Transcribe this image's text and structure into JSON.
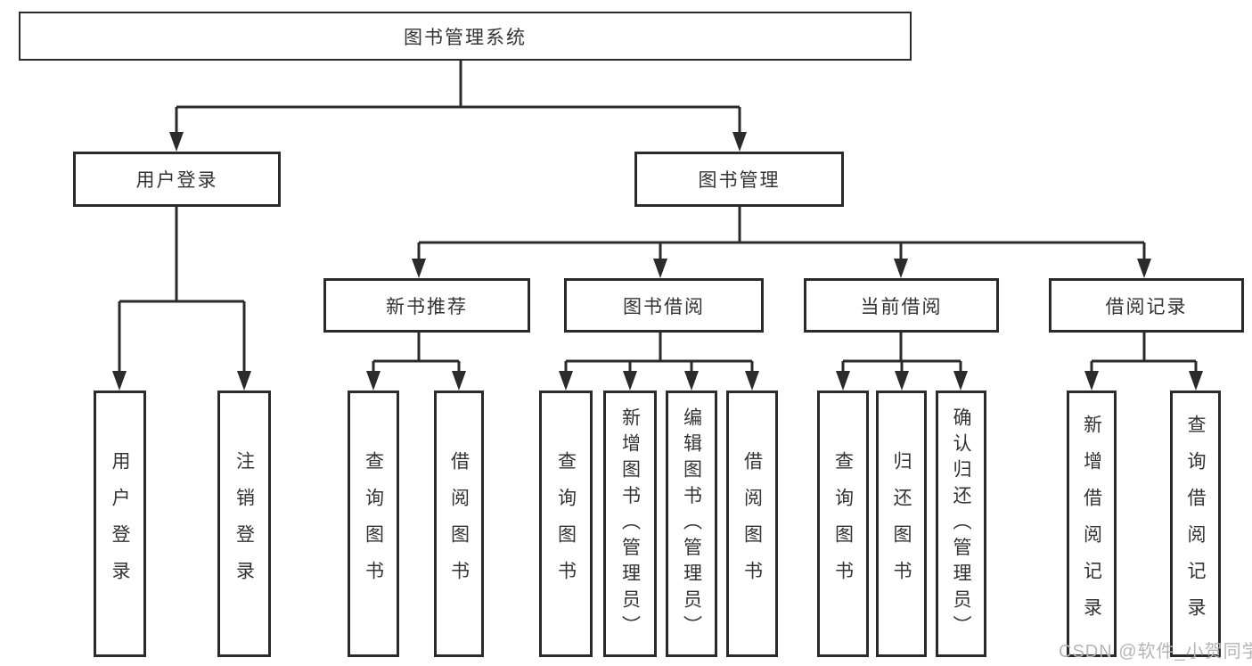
{
  "tree": {
    "root": {
      "label": "图书管理系统",
      "children": [
        {
          "label": "用户登录",
          "children": [
            {
              "label": "用户登录"
            },
            {
              "label": "注销登录"
            }
          ]
        },
        {
          "label": "图书管理",
          "children": [
            {
              "label": "新书推荐",
              "children": [
                {
                  "label": "查询图书"
                },
                {
                  "label": "借阅图书"
                }
              ]
            },
            {
              "label": "图书借阅",
              "children": [
                {
                  "label": "查询图书"
                },
                {
                  "label": "新增图书（管理员）"
                },
                {
                  "label": "编辑图书（管理员）"
                },
                {
                  "label": "借阅图书"
                }
              ]
            },
            {
              "label": "当前借阅",
              "children": [
                {
                  "label": "查询图书"
                },
                {
                  "label": "归还图书"
                },
                {
                  "label": "确认归还（管理员）"
                }
              ]
            },
            {
              "label": "借阅记录",
              "children": [
                {
                  "label": "新增借阅记录"
                },
                {
                  "label": "查询借阅记录"
                }
              ]
            }
          ]
        }
      ]
    }
  },
  "watermark": {
    "text": "CSDN @软件_小贺同学"
  },
  "colors": {
    "line": "#2b2b2b",
    "text": "#333333",
    "watermark": "#b5b5b5",
    "background": "#ffffff"
  }
}
